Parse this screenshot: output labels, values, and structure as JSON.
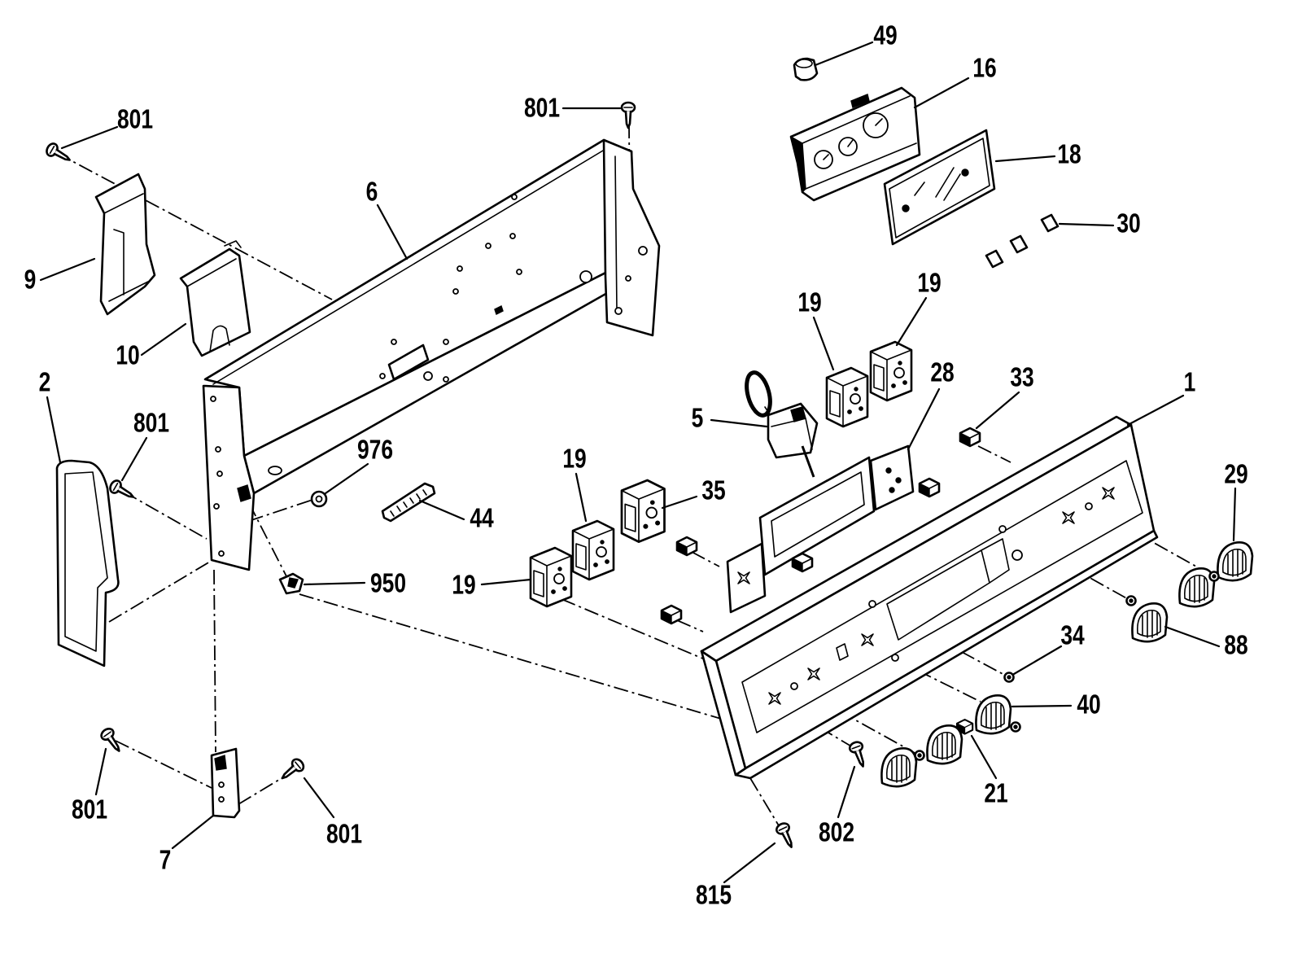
{
  "callouts": [
    "49",
    "16",
    "801",
    "801",
    "18",
    "30",
    "6",
    "9",
    "10",
    "19",
    "19",
    "28",
    "33",
    "1",
    "2",
    "801",
    "5",
    "976",
    "19",
    "35",
    "29",
    "44",
    "950",
    "19",
    "88",
    "34",
    "40",
    "801",
    "21",
    "801",
    "7",
    "802",
    "815"
  ],
  "colors": {
    "line": "#000000",
    "background": "#ffffff"
  }
}
